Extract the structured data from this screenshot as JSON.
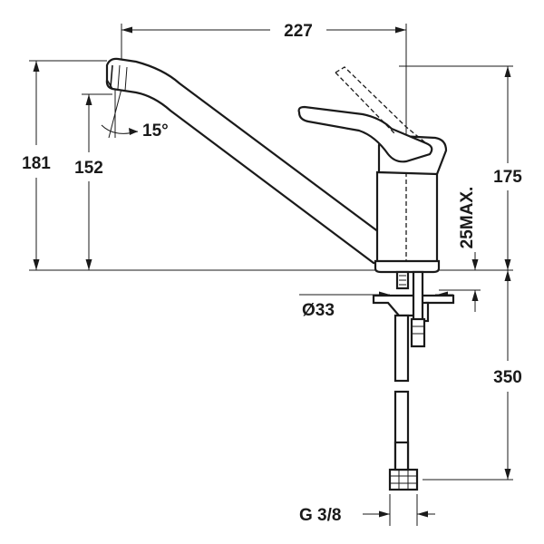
{
  "dimensions": {
    "width_227": "227",
    "height_181": "181",
    "height_152": "152",
    "angle_15": "15°",
    "height_175": "175",
    "max_25": "25MAX.",
    "diameter_33": "Ø33",
    "length_350": "350",
    "thread": "G 3/8"
  },
  "colors": {
    "line": "#1a1a1a",
    "background": "#ffffff"
  }
}
